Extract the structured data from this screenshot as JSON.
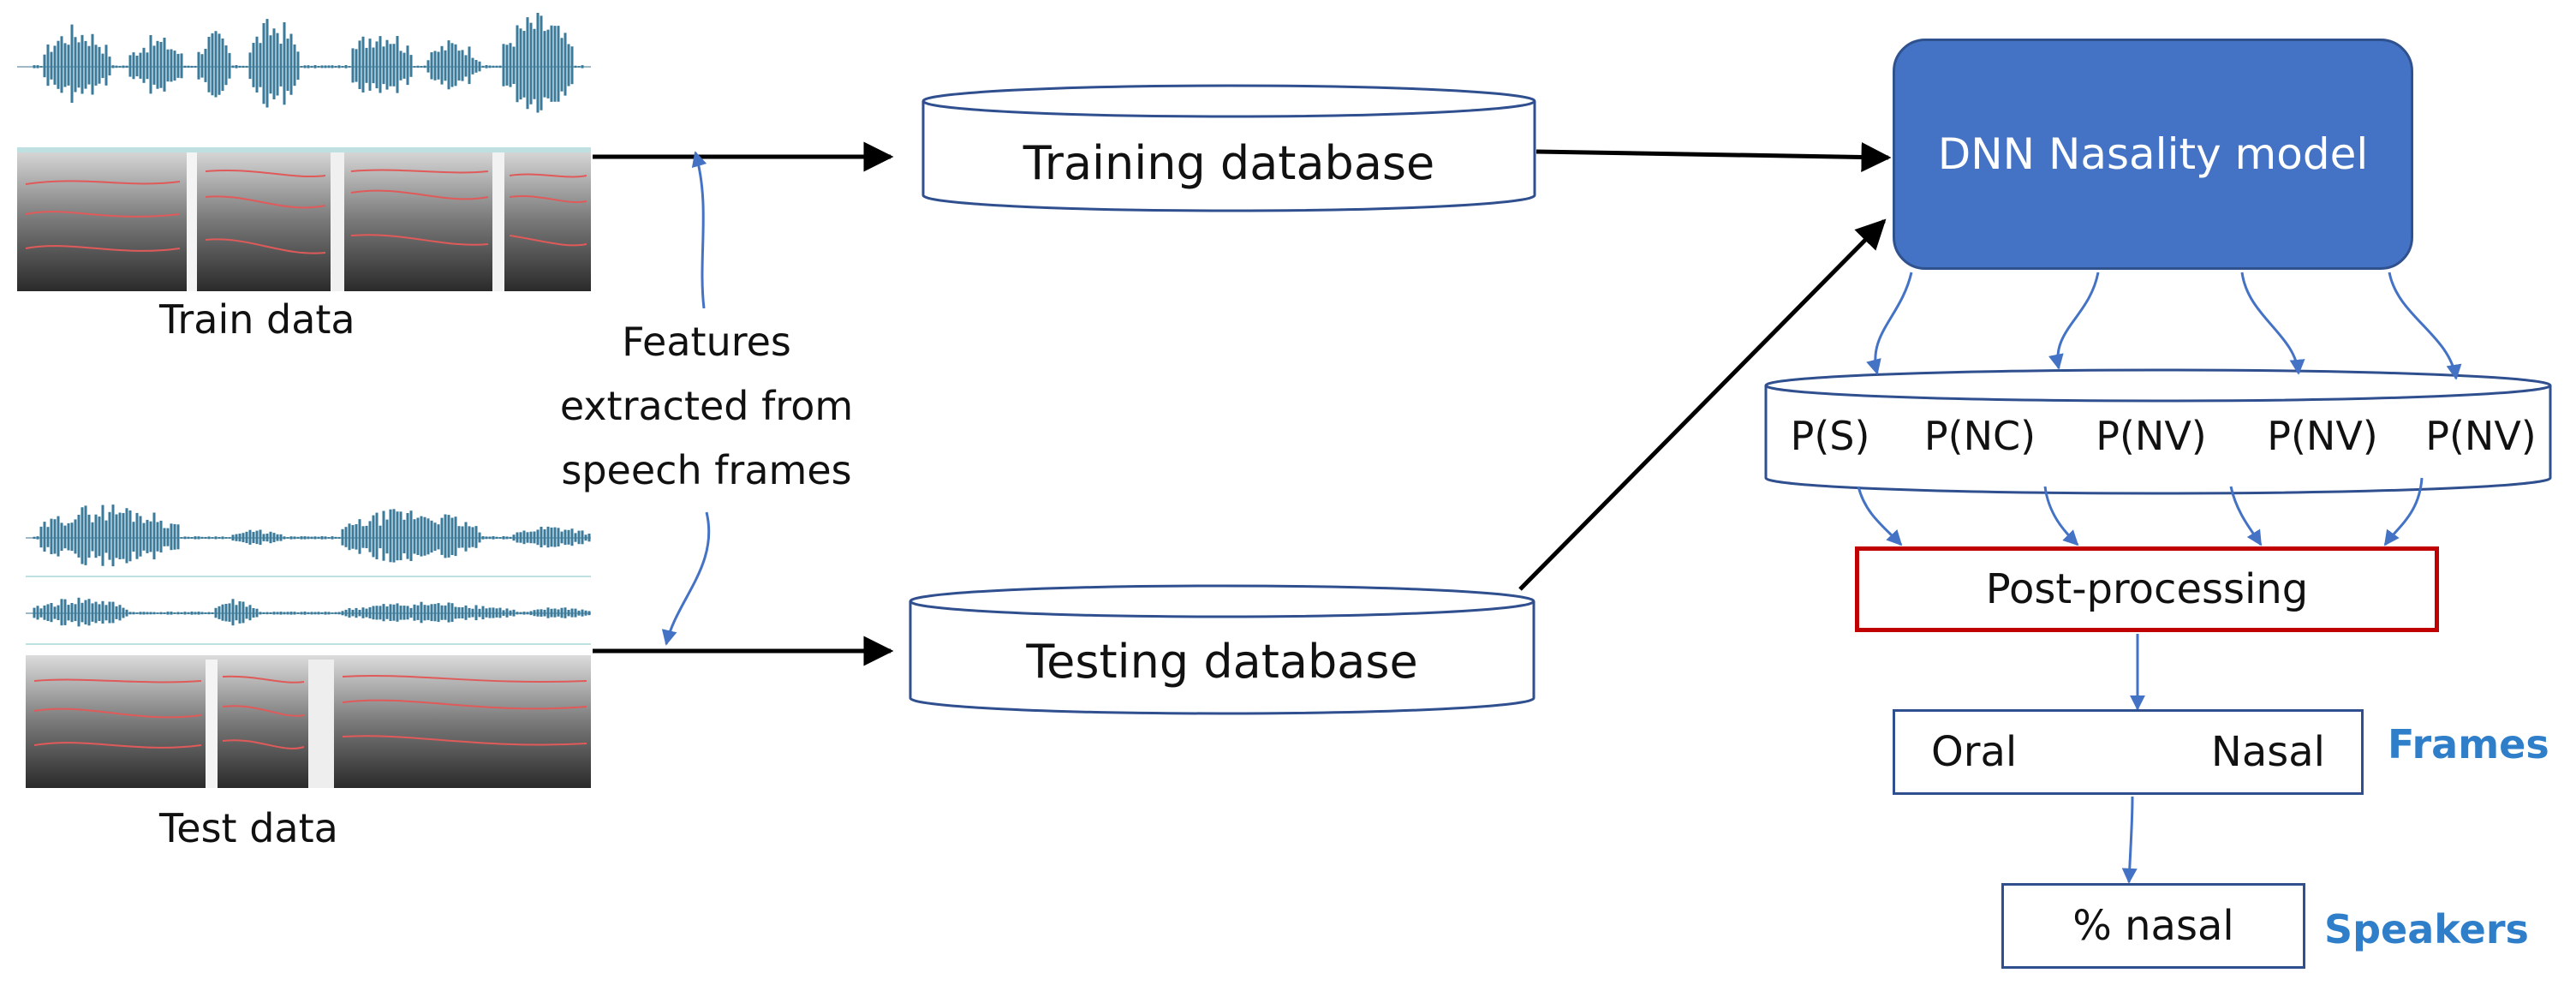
{
  "train": {
    "caption": "Train data"
  },
  "test": {
    "caption": "Test data"
  },
  "features": {
    "lines": [
      "Features",
      "extracted from",
      "speech frames"
    ]
  },
  "databases": {
    "training": "Training database",
    "testing": "Testing database"
  },
  "model": {
    "label": "DNN Nasality model",
    "fill": "#4472c4"
  },
  "outputs": {
    "items": [
      "P(S)",
      "P(NC)",
      "P(NV)",
      "P(NV)",
      "P(NV)"
    ]
  },
  "postprocess": {
    "label": "Post-processing",
    "border": "#c00000"
  },
  "frames": {
    "oral": "Oral",
    "nasal": "Nasal",
    "tag": "Frames"
  },
  "speakers": {
    "value": "% nasal",
    "tag": "Speakers"
  },
  "colors": {
    "waveform": "#3a7a9a",
    "accent_text": "#2f7ec9",
    "connector": "#4472c4",
    "box_border": "#2f4f8f"
  }
}
